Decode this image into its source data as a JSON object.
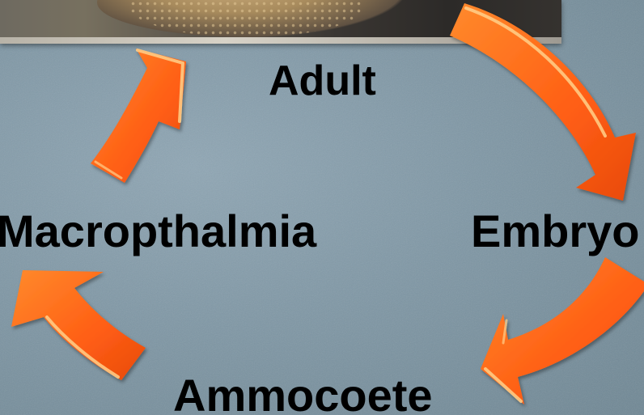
{
  "diagram": {
    "stages": {
      "adult": "Adult",
      "embryo": "Embryo",
      "ammocoete": "Ammocoete",
      "macropthalmia": "Macropthalmia"
    },
    "arrow_color": "#ff6a1a",
    "arrow_highlight": "#ffd08a",
    "background_color": "#7f97a5"
  }
}
